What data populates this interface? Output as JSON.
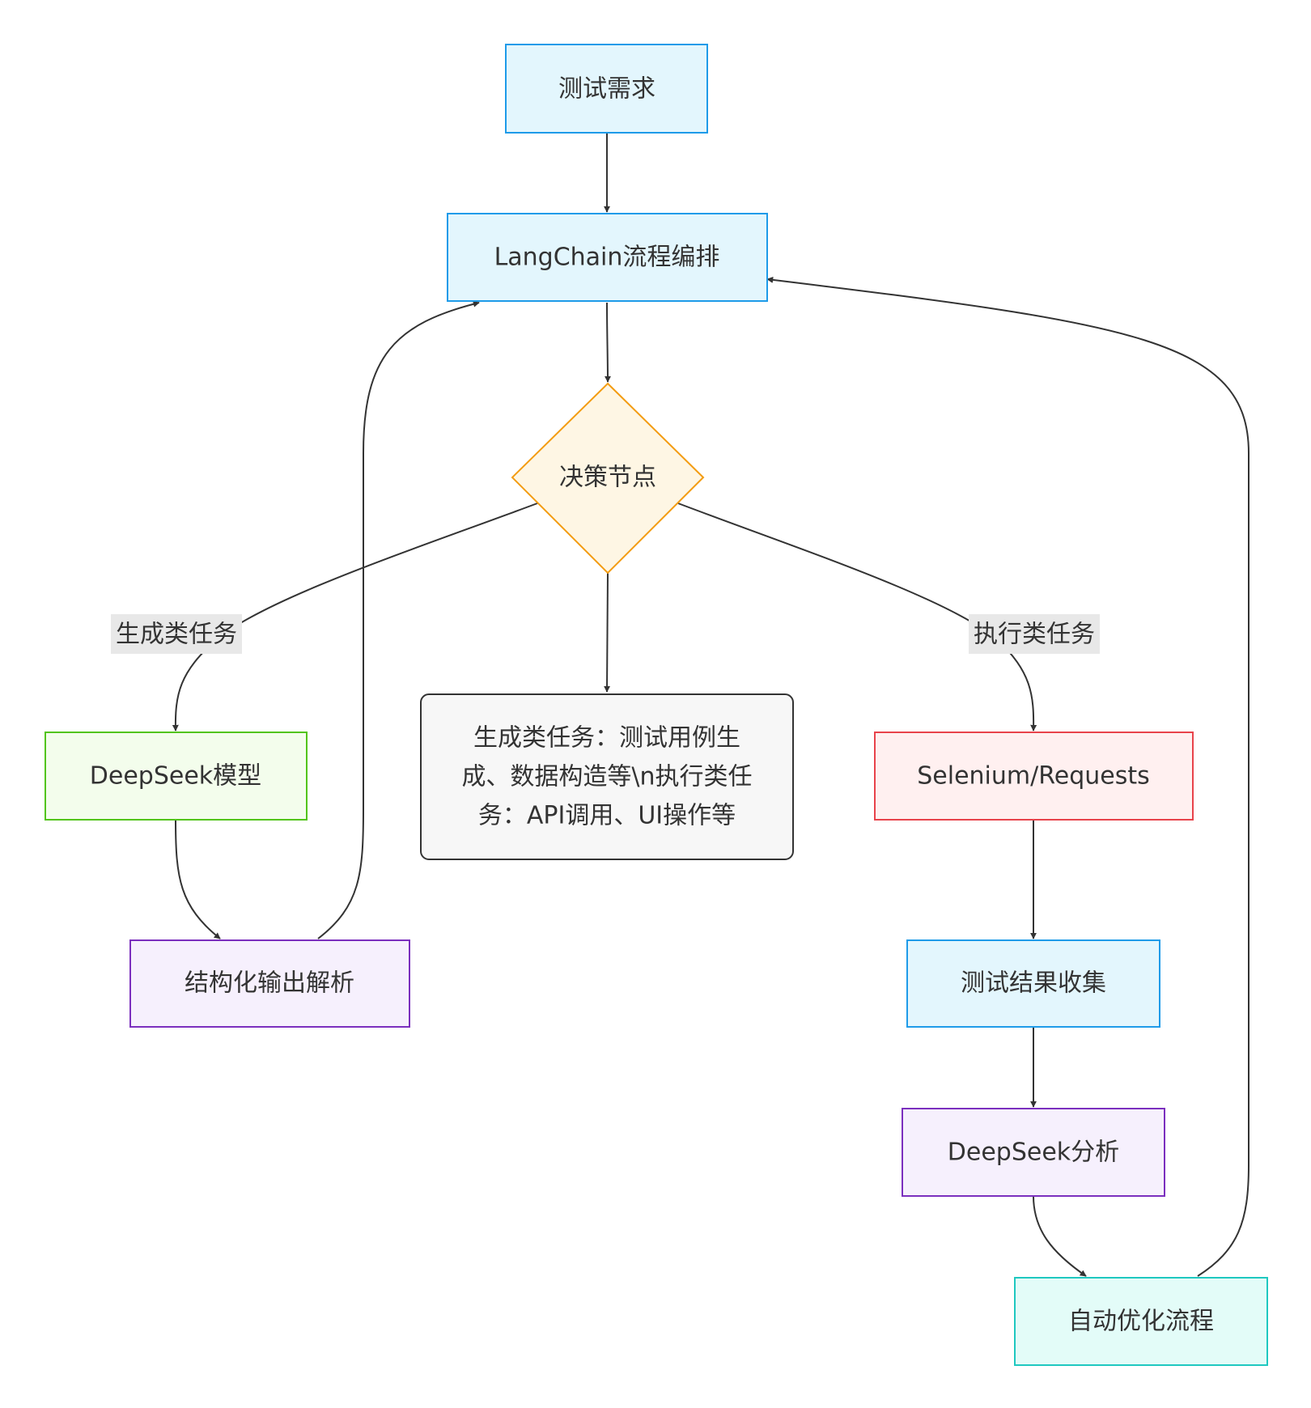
{
  "nodes": {
    "test_requirement": {
      "label": "测试需求",
      "fill": "#e3f6fd",
      "stroke": "#1e9be9"
    },
    "langchain": {
      "label": "LangChain流程编排",
      "fill": "#e3f6fd",
      "stroke": "#1e9be9"
    },
    "decision": {
      "label": "决策节点",
      "fill": "#fef6e4",
      "stroke": "#f39c12"
    },
    "deepseek_model": {
      "label": "DeepSeek模型",
      "fill": "#f3fdec",
      "stroke": "#52c41a"
    },
    "note": {
      "lines": [
        "生成类任务：测试用例生",
        "成、数据构造等\\n执行类任",
        "务：API调用、UI操作等"
      ],
      "fill": "#f7f7f7",
      "stroke": "#333333"
    },
    "selenium": {
      "label": "Selenium/Requests",
      "fill": "#fff0f0",
      "stroke": "#e8434b"
    },
    "structured_output": {
      "label": "结构化输出解析",
      "fill": "#f6f0fd",
      "stroke": "#7b2fbe"
    },
    "result_collection": {
      "label": "测试结果收集",
      "fill": "#e3f6fd",
      "stroke": "#1e9be9"
    },
    "deepseek_analysis": {
      "label": "DeepSeek分析",
      "fill": "#f6f0fd",
      "stroke": "#7b2fbe"
    },
    "auto_optimize": {
      "label": "自动优化流程",
      "fill": "#e3fcf8",
      "stroke": "#1fc8c0"
    }
  },
  "edge_labels": {
    "generation_task": "生成类任务",
    "execution_task": "执行类任务"
  },
  "colors": {
    "edge": "#333333",
    "edge_label_bg": "#e8e8e8",
    "text": "#333333"
  }
}
